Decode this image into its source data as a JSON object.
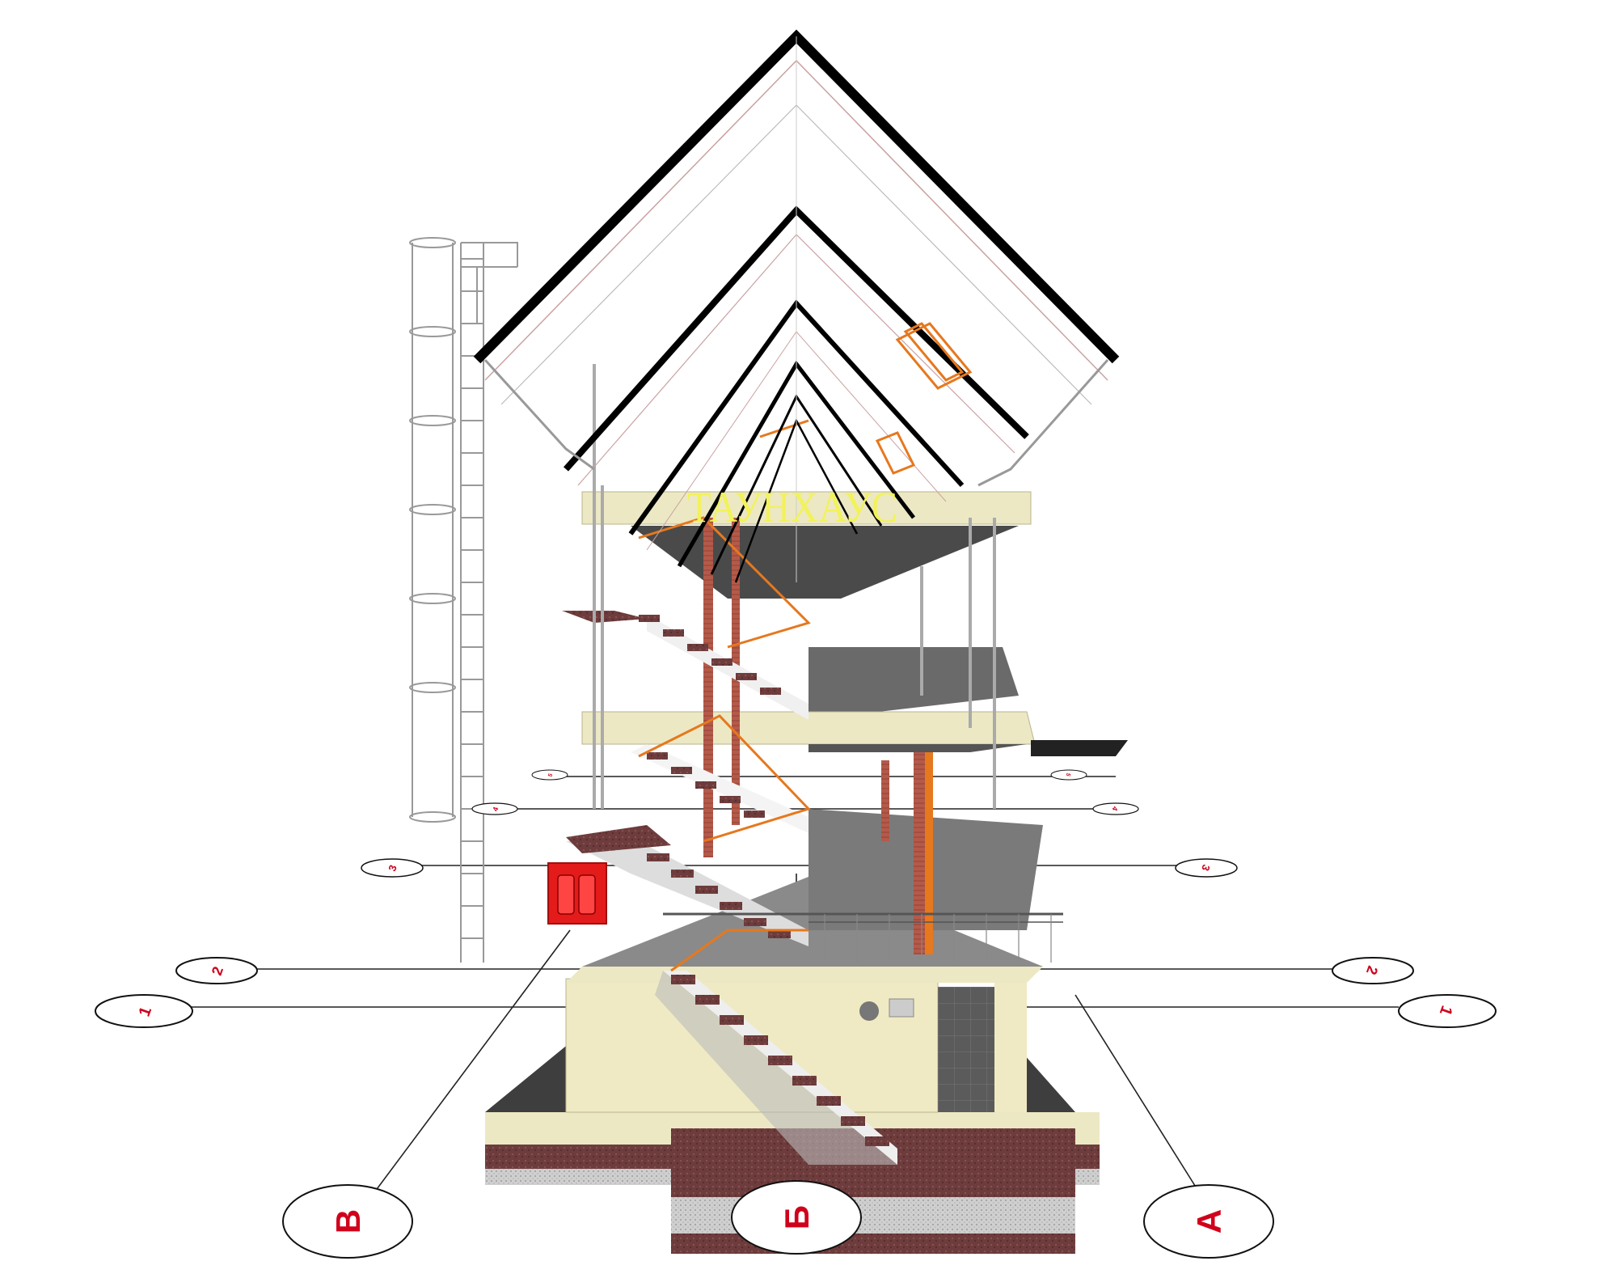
{
  "watermark": "ТАУНХАУС",
  "axis_markers": {
    "grid_letters": [
      "В",
      "Б",
      "А"
    ],
    "grid_numbers": [
      "1",
      "2",
      "3",
      "4",
      "5"
    ]
  },
  "colors": {
    "roof_edge": "#000000",
    "slab_cream": "#ece8c4",
    "slab_dark": "#555555",
    "wall_cream": "#efeac3",
    "stair_granite": "#6e3c3c",
    "soil_granite": "#6b4a4a",
    "railing_orange": "#e6781e",
    "fire_cabinet": "#e41b1b",
    "marker_red": "#d0021b",
    "watermark_yellow": "#f2f25a"
  }
}
